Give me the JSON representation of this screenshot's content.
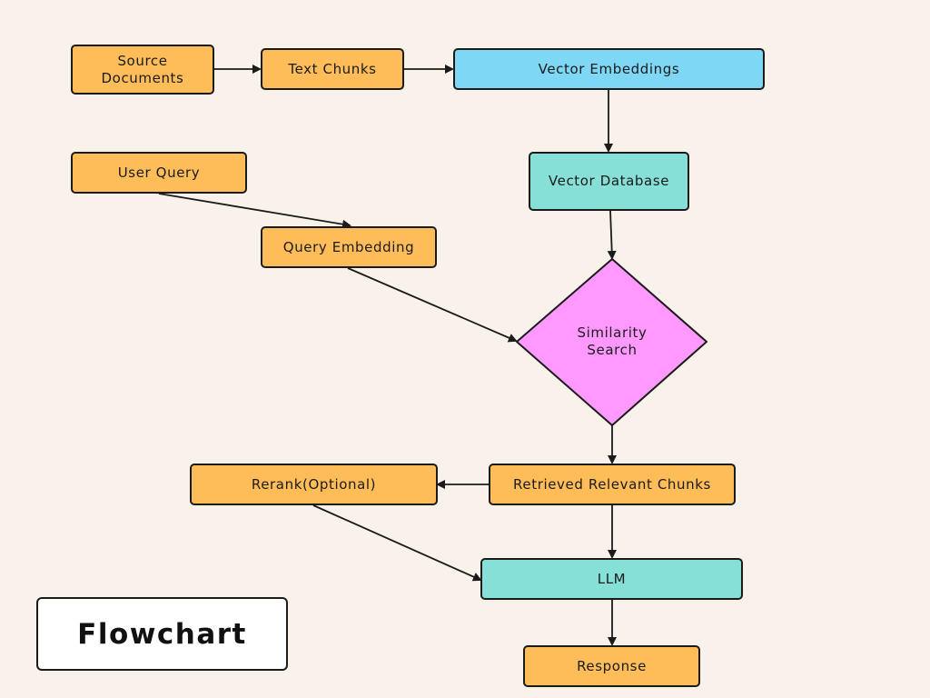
{
  "title": "Flowchart",
  "colors": {
    "background": "#f9f2ea",
    "orange_node": "#ffbd59",
    "blue_node": "#7ed7f4",
    "teal_node": "#86e0d8",
    "decision": "#ff99ff",
    "stroke": "#1b1b1b"
  },
  "nodes": {
    "source_documents": "Source\nDocuments",
    "text_chunks": "Text Chunks",
    "vector_embeddings": "Vector Embeddings",
    "vector_database": "Vector Database",
    "user_query": "User Query",
    "query_embedding": "Query Embedding",
    "similarity_search": "Similarity\nSearch",
    "retrieved_chunks": "Retrieved Relevant Chunks",
    "rerank": "Rerank(Optional)",
    "llm": "LLM",
    "response": "Response"
  },
  "edges": [
    {
      "from": "source_documents",
      "to": "text_chunks"
    },
    {
      "from": "text_chunks",
      "to": "vector_embeddings"
    },
    {
      "from": "vector_embeddings",
      "to": "vector_database"
    },
    {
      "from": "vector_database",
      "to": "similarity_search"
    },
    {
      "from": "user_query",
      "to": "query_embedding"
    },
    {
      "from": "query_embedding",
      "to": "similarity_search"
    },
    {
      "from": "similarity_search",
      "to": "retrieved_chunks"
    },
    {
      "from": "retrieved_chunks",
      "to": "rerank"
    },
    {
      "from": "retrieved_chunks",
      "to": "llm"
    },
    {
      "from": "rerank",
      "to": "llm"
    },
    {
      "from": "llm",
      "to": "response"
    }
  ]
}
